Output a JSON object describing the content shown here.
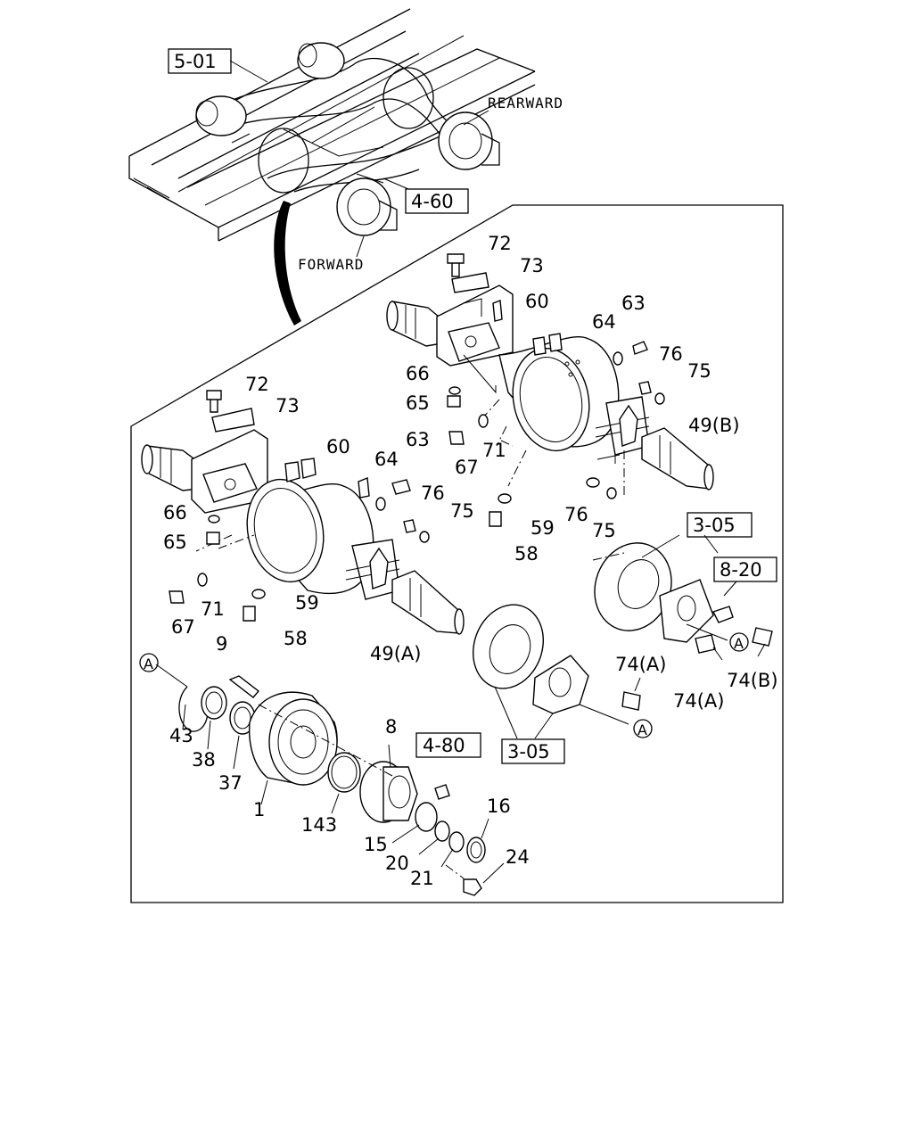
{
  "section_refs": [
    "5-01",
    "4-60",
    "3-05",
    "8-20",
    "3-05",
    "4-80"
  ],
  "direction_labels": {
    "rear": "REARWARD",
    "front": "FORWARD"
  },
  "callout_A": "A",
  "rear_axle_labels": [
    "72",
    "73",
    "60",
    "63",
    "64",
    "76",
    "75",
    "66",
    "65",
    "71",
    "67",
    "49(B)",
    "59",
    "58",
    "76",
    "75"
  ],
  "front_axle_labels": [
    "72",
    "73",
    "60",
    "64",
    "63",
    "76",
    "75",
    "66",
    "65",
    "71",
    "67",
    "59",
    "58",
    "49(A)"
  ],
  "brake_labels": [
    "74(A)",
    "74(A)",
    "74(B)"
  ],
  "hub_labels": [
    "9",
    "43",
    "38",
    "37",
    "1",
    "8",
    "143",
    "15",
    "20",
    "21",
    "16",
    "24"
  ]
}
